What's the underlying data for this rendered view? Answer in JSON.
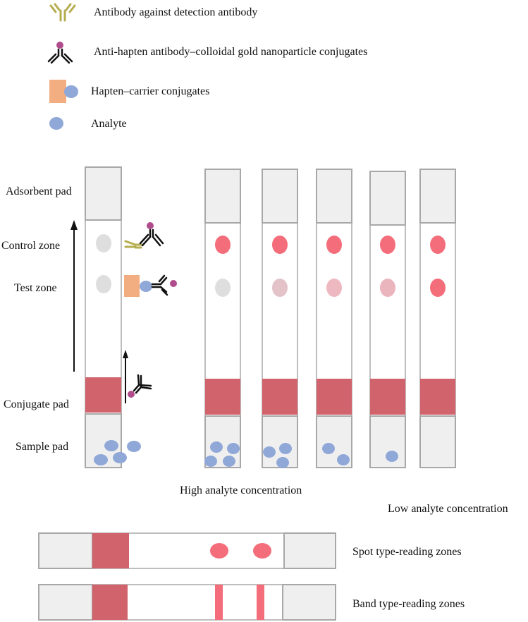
{
  "legend": {
    "items": [
      {
        "label": "Antibody against detection antibody",
        "icon": "y-antibody-icon",
        "color": "#b5ad4f"
      },
      {
        "label": "Anti-hapten antibody–colloidal gold nanoparticle conjugates",
        "icon": "gold-conjugate-icon",
        "color": "#b04c8c"
      },
      {
        "label": "Hapten–carrier conjugates",
        "icon": "hapten-carrier-icon",
        "color": "#f2ae80"
      },
      {
        "label": "Analyte",
        "icon": "analyte-icon",
        "color": "#8fa8d8"
      }
    ]
  },
  "strip": {
    "labels": {
      "adsorbent_pad": "Adsorbent pad",
      "control_zone": "Control zone",
      "test_zone": "Test zone",
      "conjugate_pad": "Conjugate pad",
      "sample_pad": "Sample pad"
    }
  },
  "captions": {
    "high": "High analyte concentration",
    "low": "Low analyte concentration"
  },
  "reading": {
    "spot": "Spot type-reading zones",
    "band": "Band type-reading zones"
  },
  "colors": {
    "conjugate_pad": "#d1636d",
    "strong_spot": "#f46d7b",
    "grey_spot": "#dedede",
    "analyte": "#8fa8d8",
    "pad_fill": "#efefef",
    "pad_border": "#a8a8a8"
  }
}
